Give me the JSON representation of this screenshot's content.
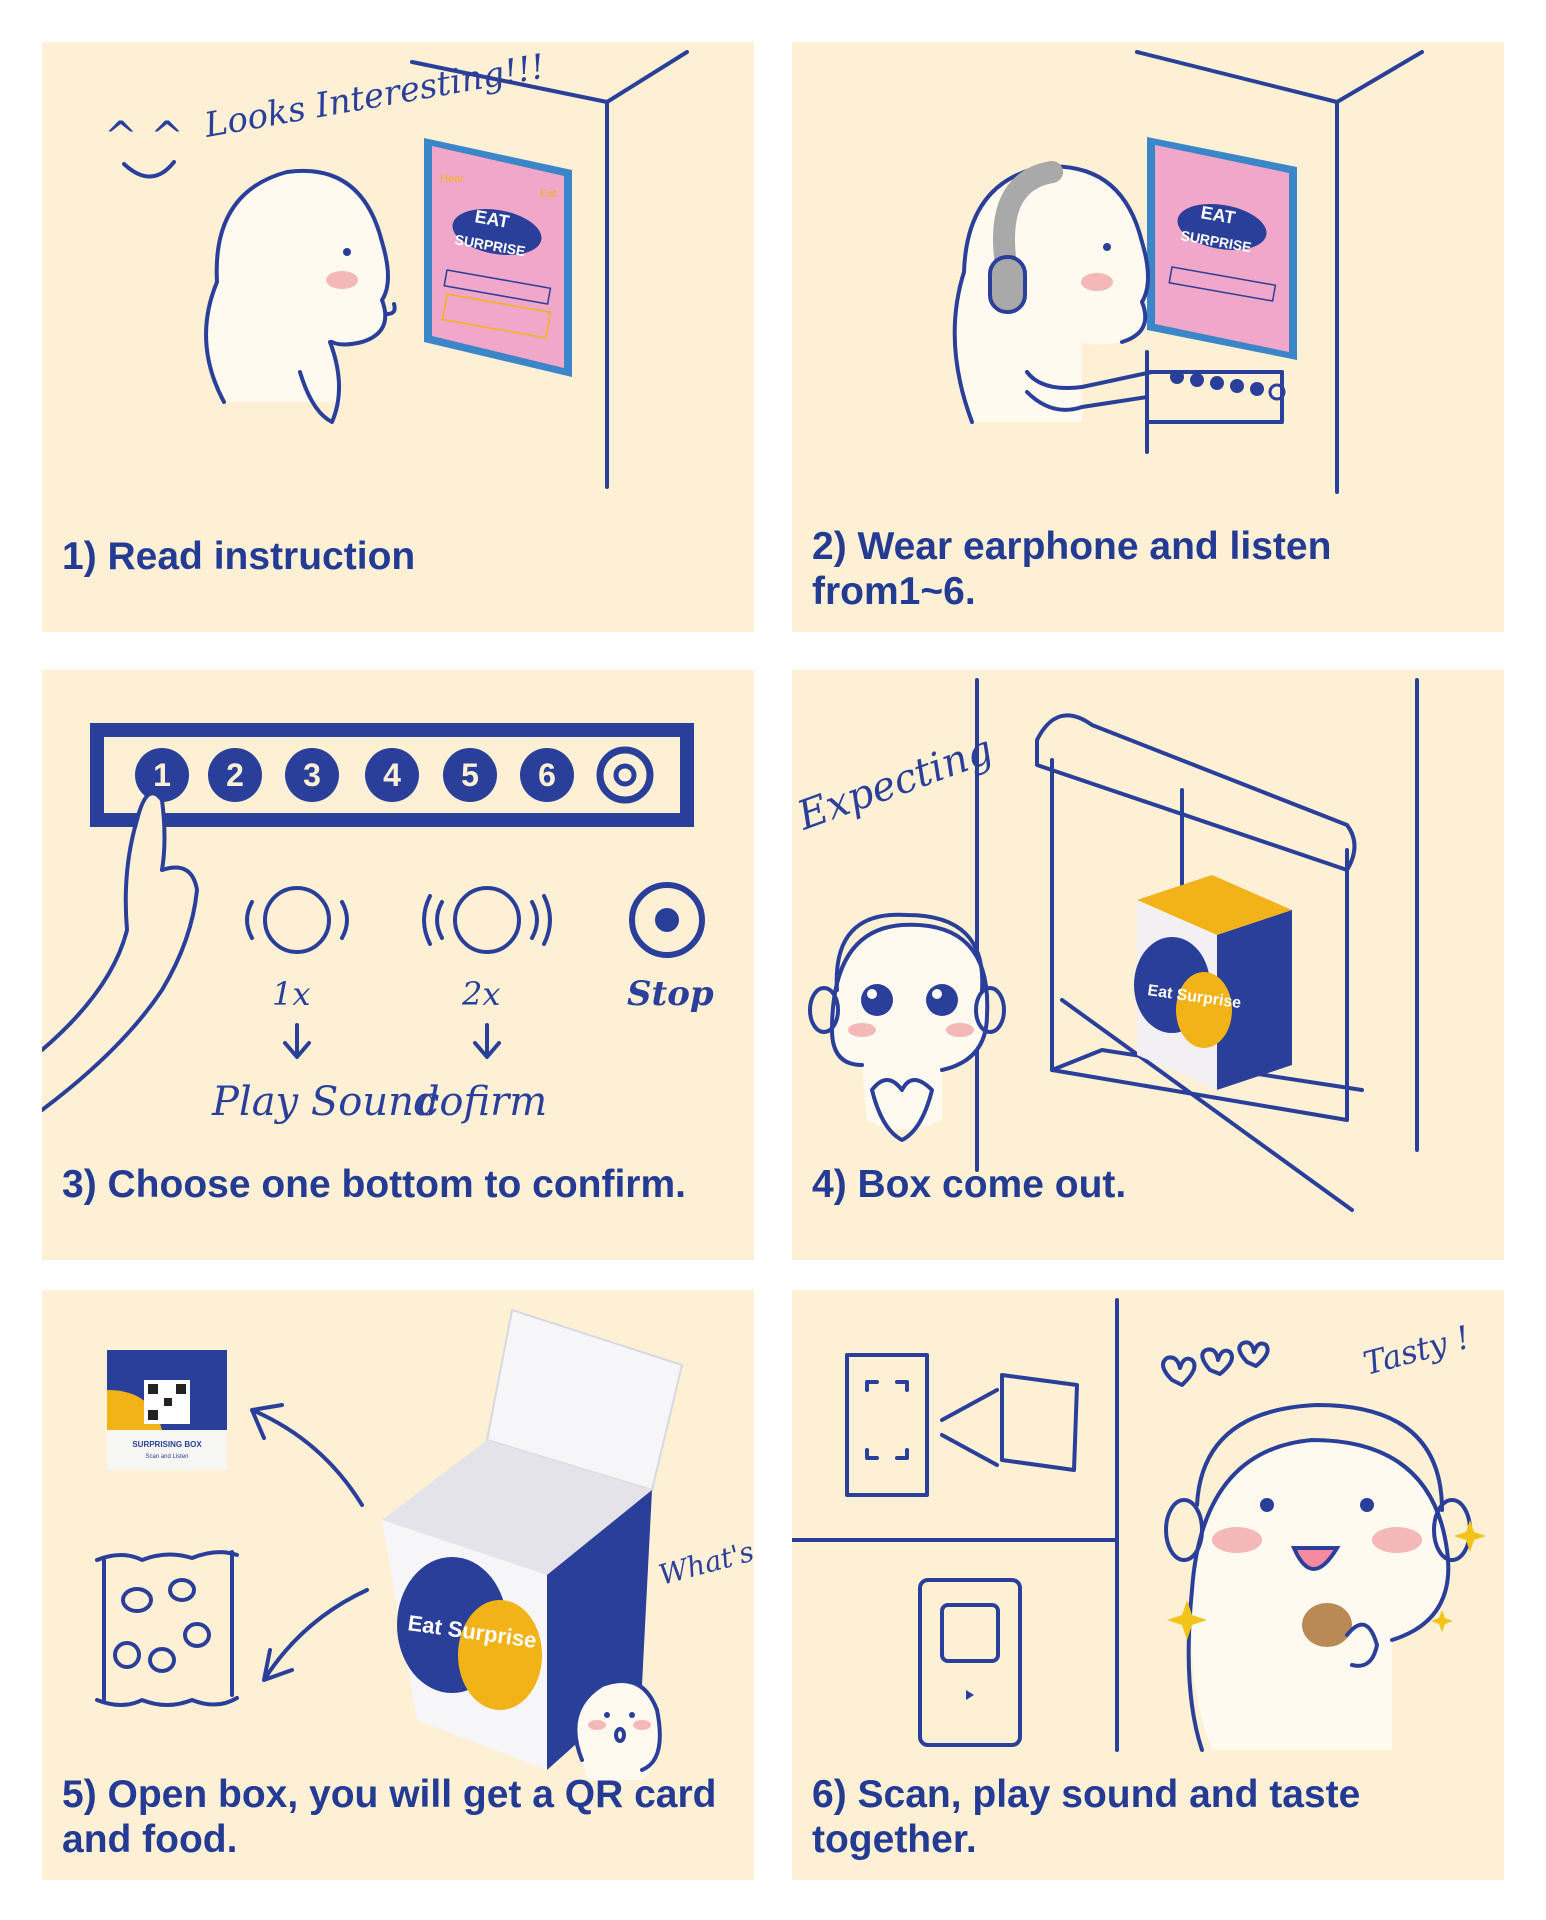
{
  "panels": [
    {
      "caption": "1) Read  instruction",
      "note": "Looks Interesting!!!",
      "face": "^ ^"
    },
    {
      "caption": "2) Wear earphone and listen from1~6."
    },
    {
      "caption": "3) Choose one bottom to confirm.",
      "buttons": [
        "1",
        "2",
        "3",
        "4",
        "5",
        "6"
      ],
      "labels": {
        "one_x": "1x",
        "two_x": "2x",
        "stop": "Stop",
        "play_sound": "Play Sound",
        "confirm": "cofirm"
      }
    },
    {
      "caption": "4) Box come out.",
      "note": "Expecting",
      "box_label": "Eat Surprise"
    },
    {
      "caption": "5) Open box, you will get a QR card and food.",
      "box_label": "Eat Surprise",
      "note": "What's that ???",
      "card_title": "SURPRISING BOX",
      "card_subtitle": "Scan and Listen"
    },
    {
      "caption": "6) Scan, play sound and taste together.",
      "note": "Tasty !"
    }
  ],
  "poster": {
    "line1": "EAT",
    "line2": "SURPRISE",
    "left": "Hear",
    "right": "Eat"
  },
  "colors": {
    "panel_bg": "#fdf0d5",
    "ink": "#2a3f99",
    "yellow": "#f2b318",
    "pink": "#f1a7c9",
    "blush": "#f4b8b8"
  }
}
